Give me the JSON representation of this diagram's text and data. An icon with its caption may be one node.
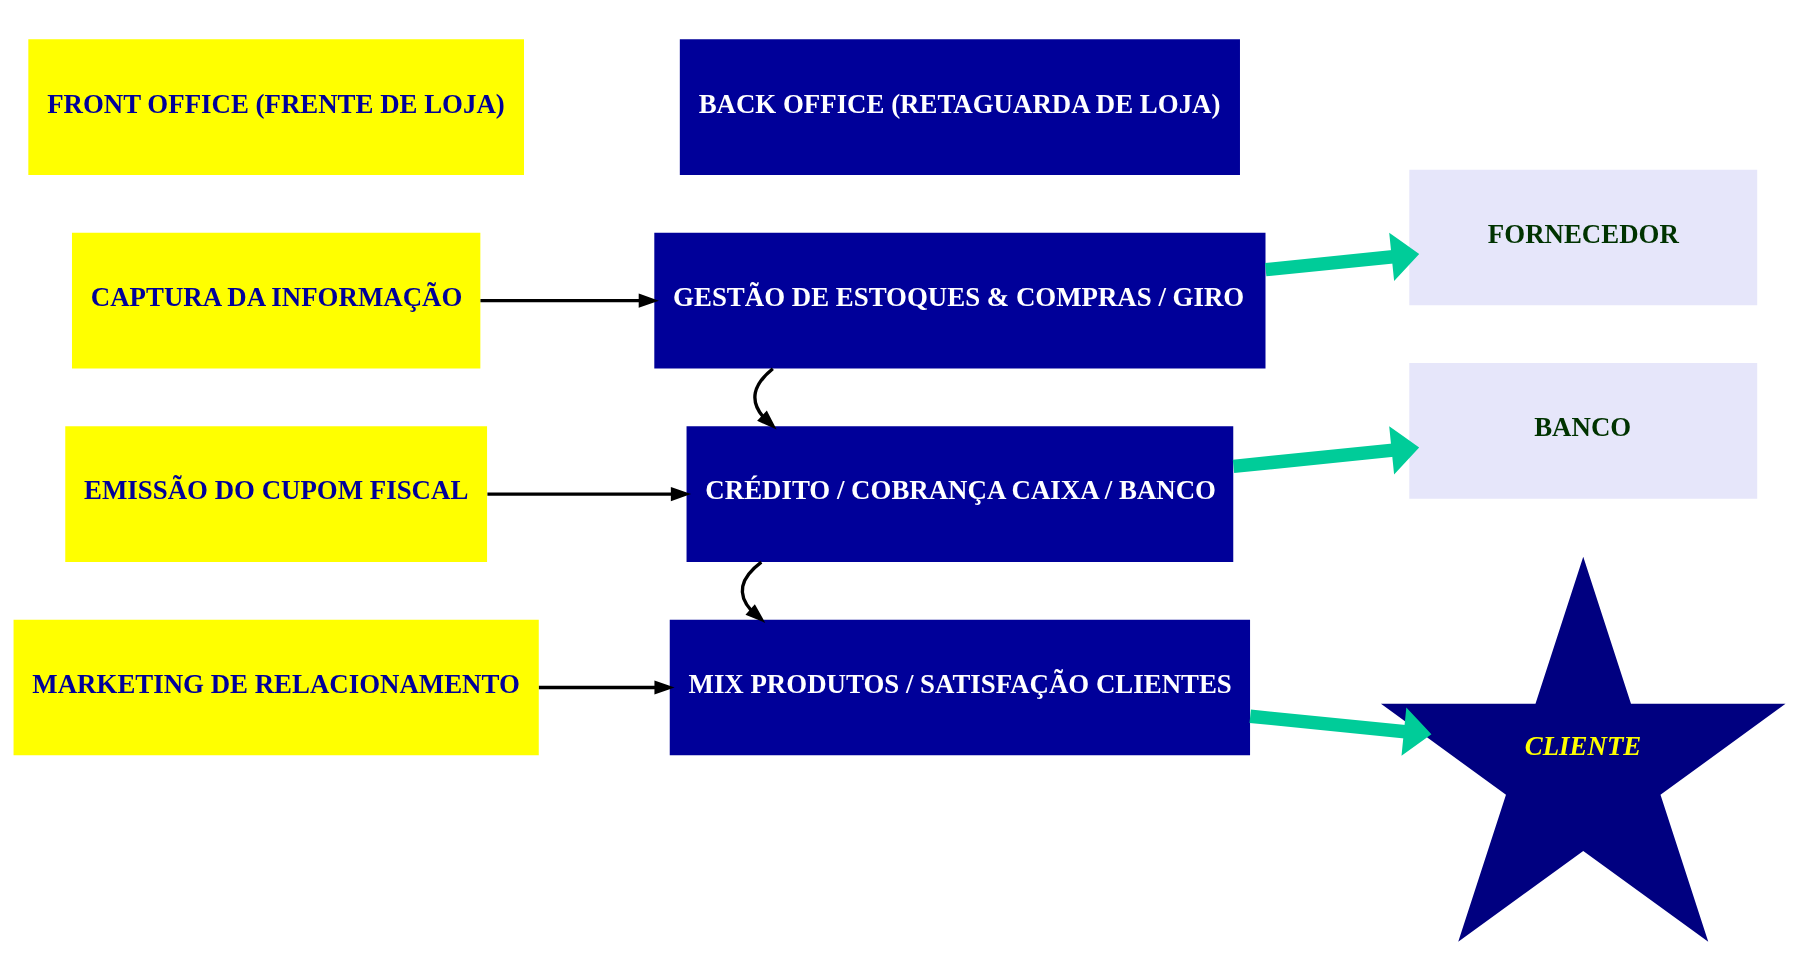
{
  "diagram": {
    "nodes": [
      {
        "text": [
          "FRONT OFFICE (FRENTE DE LOJA)"
        ]
      },
      {
        "text": [
          "BACK OFFICE (RETAGUARDA DE LOJA)"
        ]
      },
      {
        "text": [
          "CAPTURA DA INFORMAÇÃO"
        ]
      },
      {
        "text": [
          "GESTÃO DE ESTOQUES & COMPRAS / GIRO"
        ]
      },
      {
        "text": [
          "FORNECEDOR"
        ]
      },
      {
        "text": [
          "EMISSÃO DO CUPOM FISCAL"
        ]
      },
      {
        "text": [
          "CRÉDITO / COBRANÇA CAIXA / BANCO"
        ]
      },
      {
        "text": [
          "BANCO"
        ]
      },
      {
        "text": [
          "MARKETING DE RELACIONAMENTO"
        ]
      },
      {
        "text": [
          "MIX PRODUTOS / SATISFAÇÃO CLIENTES"
        ]
      },
      {
        "text": [
          "CLIENTE"
        ]
      }
    ],
    "edges": [
      {
        "from": 2,
        "to": 3,
        "arrow": "to"
      },
      {
        "from": 3,
        "to": 6,
        "arrow": "to"
      },
      {
        "from": 5,
        "to": 6,
        "arrow": "to"
      },
      {
        "from": 6,
        "to": 9,
        "arrow": "to"
      },
      {
        "from": 8,
        "to": 9,
        "arrow": "to"
      },
      {
        "from": 3,
        "to": 4,
        "arrow": "to",
        "style": "thick",
        "color": "#00cc99"
      },
      {
        "from": 6,
        "to": 7,
        "arrow": "to",
        "style": "thick",
        "color": "#00cc99"
      },
      {
        "from": 9,
        "to": 10,
        "arrow": "to",
        "style": "thick",
        "color": "#00cc99"
      }
    ]
  }
}
